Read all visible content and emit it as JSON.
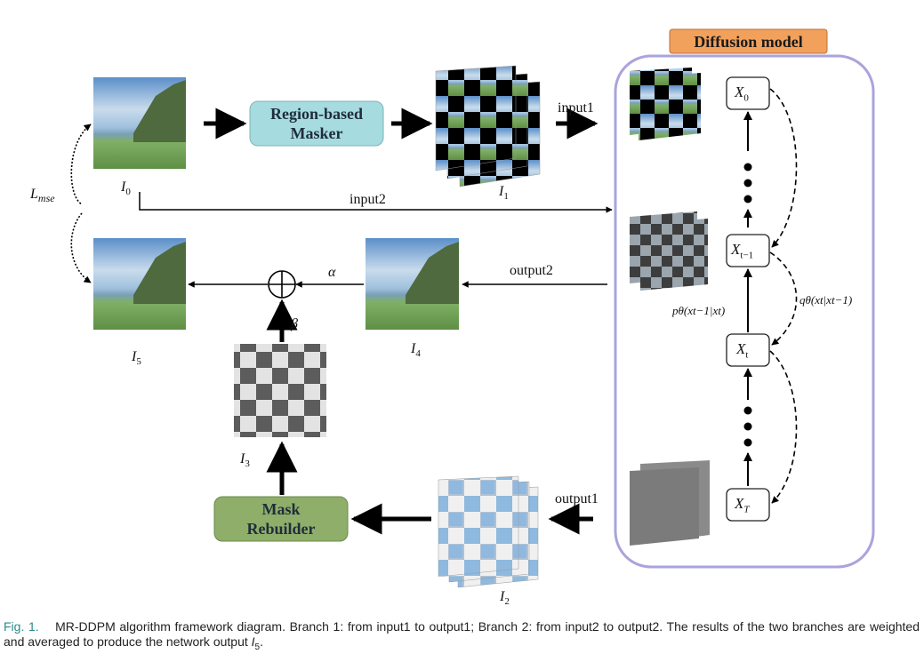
{
  "header": {
    "model_label": "Diffusion model"
  },
  "boxes": {
    "masker": "Region-based\nMasker",
    "rebuilder": "Mask\nRebuilder"
  },
  "labels": {
    "input1": "input1",
    "input2": "input2",
    "output1": "output1",
    "output2": "output2",
    "alpha": "α",
    "beta": "β",
    "loss": "L",
    "loss_sub": "mse",
    "p_theta": "pθ(xt−1|xt)",
    "q_theta": "qθ(xt|xt−1)"
  },
  "images": {
    "I0": "I",
    "I0_sub": "0",
    "I1": "I",
    "I1_sub": "1",
    "I2": "I",
    "I2_sub": "2",
    "I3": "I",
    "I3_sub": "3",
    "I4": "I",
    "I4_sub": "4",
    "I5": "I",
    "I5_sub": "5"
  },
  "states": {
    "x0": "X",
    "x0_sub": "0",
    "xt_1": "X",
    "xt_1_sub": "t−1",
    "xt": "X",
    "xt_sub": "t",
    "xT": "X",
    "xT_sub": "T"
  },
  "caption": {
    "fig": "Fig. 1.",
    "text": "MR-DDPM algorithm framework diagram. Branch 1: from input1 to output1; Branch 2: from input2 to output2. The results of the two branches are weighted and averaged to produce the network output ",
    "tail_var": "I",
    "tail_sub": "5",
    "tail_end": "."
  },
  "colors": {
    "model_label_bg": "#f2a15c",
    "model_border": "#a9a4dc",
    "masker_bg": "#a6dbe0",
    "rebuilder_bg": "#8eae6a",
    "sky": "#8fb9df",
    "water": "#6fa055"
  }
}
